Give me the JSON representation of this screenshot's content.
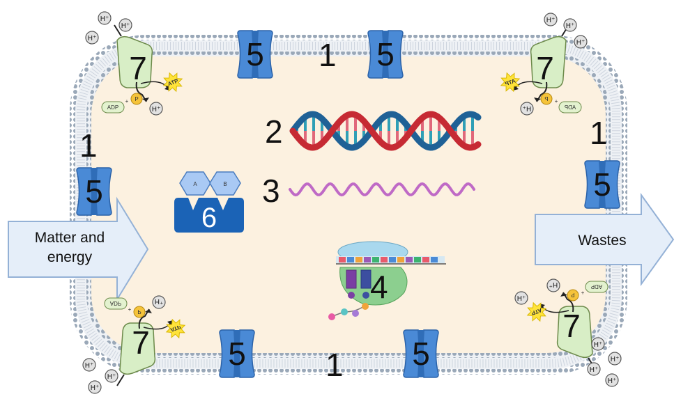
{
  "labels": {
    "membrane": "1",
    "dna": "2",
    "rna": "3",
    "ribosome": "4",
    "channel": "5",
    "enzyme": "6",
    "atp_synthase": "7"
  },
  "arrows": {
    "input": [
      "Matter and",
      "energy"
    ],
    "output": "Wastes"
  },
  "enzyme_substrates": [
    "A",
    "B"
  ],
  "molecules": {
    "atp": "ATP",
    "adp": "ADP",
    "phosphate": "P",
    "proton": "H⁺",
    "plus": "+"
  },
  "colors": {
    "cytoplasm": "#fcf1e0",
    "membrane_head": "#9aa8b8",
    "channel": "#4a8ad6",
    "dna_red": "#c62a33",
    "dna_blue": "#1f6196",
    "rna": "#bf6ac6",
    "enzyme": "#1b63b6",
    "arrow_fill": "#e5eef9",
    "synthase": "#d8eec6",
    "atp_star": "#ffe33a"
  }
}
